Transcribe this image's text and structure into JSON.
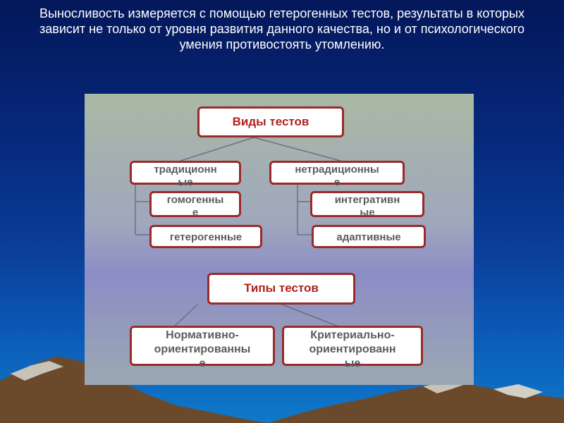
{
  "slide": {
    "title": "Выносливость измеряется с помощью гетерогенных тестов, результаты в которых зависит не только от уровня развития данного качества, но и от психологического умения противостоять утомлению."
  },
  "diagram": {
    "types_of_tests": {
      "label": "Виды тестов",
      "traditional": {
        "line1": "традиционн",
        "line2": "ые"
      },
      "non_traditional": {
        "line1": "нетрадиционны",
        "line2": "е"
      },
      "homogeneous": {
        "line1": "гомогенны",
        "line2": "е"
      },
      "heterogeneous": "гетерогенные",
      "integrative": {
        "line1": "интегративн",
        "line2": "ые"
      },
      "adaptive": "адаптивные"
    },
    "kinds_of_tests": {
      "label": "Типы тестов",
      "norm_referenced": {
        "line1": "Нормативно-",
        "line2": "ориентированны",
        "line3": "е"
      },
      "criterion_referenced": {
        "line1": "Критериально-",
        "line2": "ориентированн",
        "line3": "ые"
      }
    }
  },
  "colors": {
    "box_border": "#9b2a2a",
    "heading_text": "#b11e1e",
    "sub_text": "#5c5c5c",
    "title_text": "#ffffff"
  }
}
